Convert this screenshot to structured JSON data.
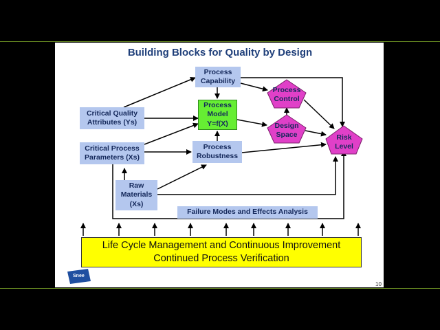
{
  "slide": {
    "title": "Building Blocks for Quality by Design",
    "page_number": "10",
    "logo_text": "Snee"
  },
  "boxes": {
    "process_capability": "Process\nCapability",
    "critical_quality_attributes": "Critical Quality\nAttributes (Ys)",
    "process_model": "Process\nModel\nY=f(X)",
    "critical_process_parameters": "Critical Process\nParameters (Xs)",
    "process_robustness": "Process\nRobustness",
    "raw_materials": "Raw\nMaterials\n(Xs)",
    "fmea": "Failure Modes and Effects Analysis"
  },
  "pentagons": {
    "process_control": "Process\nControl",
    "design_space": "Design\nSpace",
    "risk_level": "Risk\nLevel"
  },
  "lifecycle": {
    "line1": "Life Cycle Management and Continuous Improvement",
    "line2": "Continued Process Verification"
  },
  "colors": {
    "box_fill": "#b4c7ee",
    "model_fill": "#66ee33",
    "pentagon_fill": "#e040c8",
    "lifecycle_fill": "#ffff00",
    "title_color": "#1f3f7a"
  }
}
